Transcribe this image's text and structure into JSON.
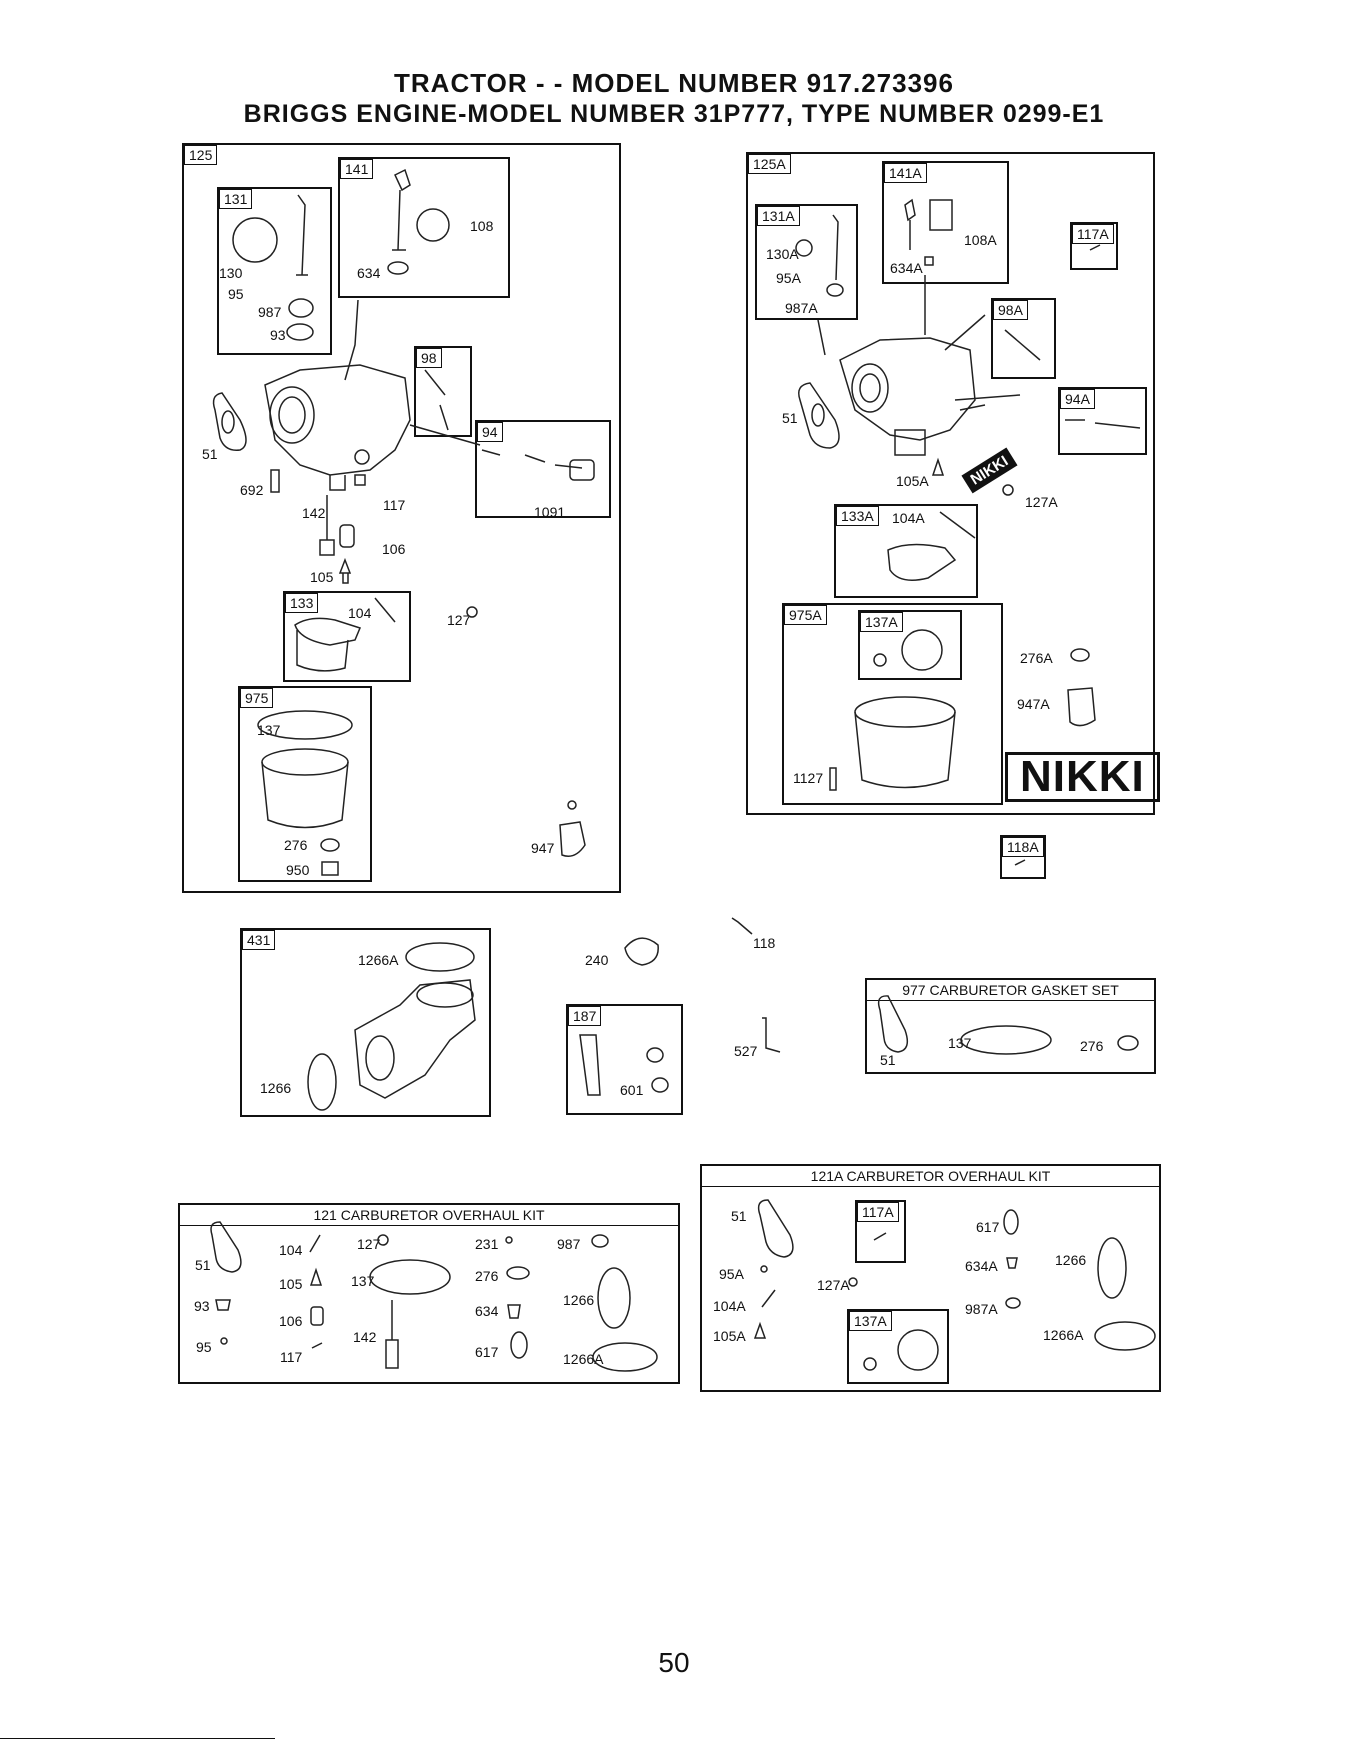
{
  "header": {
    "line1": "TRACTOR - - MODEL NUMBER  917.273396",
    "line2": "BRIGGS ENGINE-MODEL NUMBER 31P777, TYPE NUMBER 0299-E1"
  },
  "assembly125": {
    "tags": [
      "125",
      "141",
      "131",
      "98",
      "94",
      "133",
      "975"
    ],
    "labels": {
      "p108": "108",
      "p634": "634",
      "p130": "130",
      "p95": "95",
      "p987": "987",
      "p93": "93",
      "p51": "51",
      "p692": "692",
      "p142": "142",
      "p117": "117",
      "p1091": "1091",
      "p106": "106",
      "p105": "105",
      "p104": "104",
      "p127": "127",
      "p137": "137",
      "p276": "276",
      "p950": "950",
      "p947": "947"
    }
  },
  "assembly125A": {
    "tags": [
      "125A",
      "141A",
      "131A",
      "117A",
      "98A",
      "94A",
      "133A",
      "975A",
      "137A"
    ],
    "labels": {
      "p130A": "130A",
      "p95A": "95A",
      "p987A": "987A",
      "p108A": "108A",
      "p634A": "634A",
      "p51": "51",
      "p105A": "105A",
      "p127A": "127A",
      "p104A": "104A",
      "p276A": "276A",
      "p947A": "947A",
      "p1127": "1127"
    },
    "nikki_small": "NIKKI",
    "nikki_big": "NIKKI"
  },
  "loose": {
    "tag118A": "118A",
    "p118": "118",
    "p240": "240",
    "tag187": "187",
    "p601": "601",
    "p527": "527"
  },
  "assembly431": {
    "tag": "431",
    "p1266A": "1266A",
    "p1266": "1266"
  },
  "kit977": {
    "title": "977 CARBURETOR GASKET SET",
    "p51": "51",
    "p137": "137",
    "p276": "276"
  },
  "kit121": {
    "title": "121 CARBURETOR OVERHAUL KIT",
    "labels": {
      "p51": "51",
      "p93": "93",
      "p95": "95",
      "p104": "104",
      "p105": "105",
      "p106": "106",
      "p117": "117",
      "p127": "127",
      "p137": "137",
      "p142": "142",
      "p231": "231",
      "p276": "276",
      "p634": "634",
      "p617": "617",
      "p987": "987",
      "p1266": "1266",
      "p1266A": "1266A"
    }
  },
  "kit121A": {
    "title": "121A CARBURETOR OVERHAUL KIT",
    "tag117A": "117A",
    "tag137A": "137A",
    "labels": {
      "p51": "51",
      "p95A": "95A",
      "p104A": "104A",
      "p105A": "105A",
      "p127A": "127A",
      "p617": "617",
      "p634A": "634A",
      "p987A": "987A",
      "p1266": "1266",
      "p1266A": "1266A"
    }
  },
  "page_number": "50"
}
